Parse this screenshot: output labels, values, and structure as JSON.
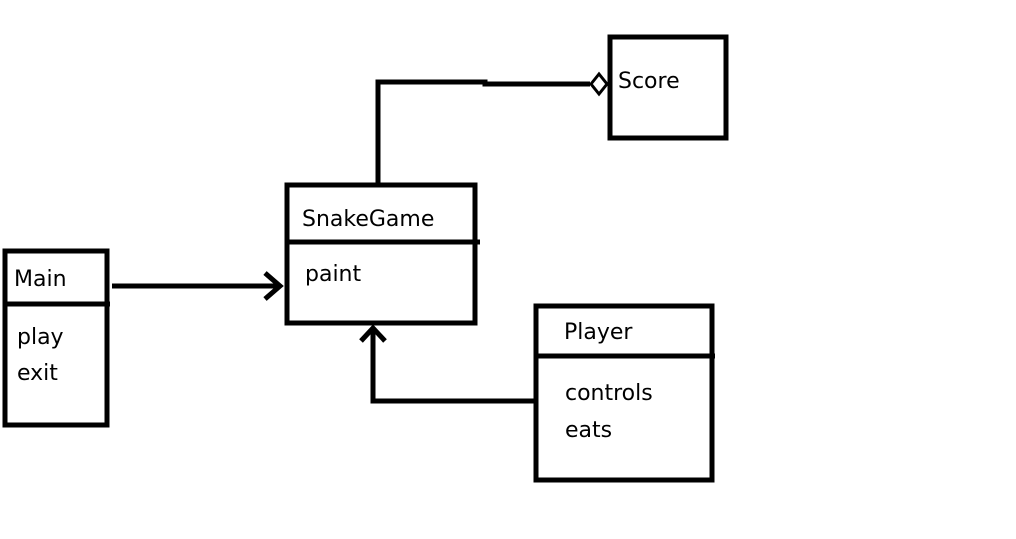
{
  "classes": {
    "main": {
      "name": "Main",
      "methods": [
        "play",
        "exit"
      ]
    },
    "snakegame": {
      "name": "SnakeGame",
      "methods": [
        "paint"
      ]
    },
    "score": {
      "name": "Score",
      "methods": []
    },
    "player": {
      "name": "Player",
      "methods": [
        "controls",
        "eats"
      ]
    }
  },
  "colors": {
    "stroke": "#000000",
    "background": "#ffffff"
  }
}
